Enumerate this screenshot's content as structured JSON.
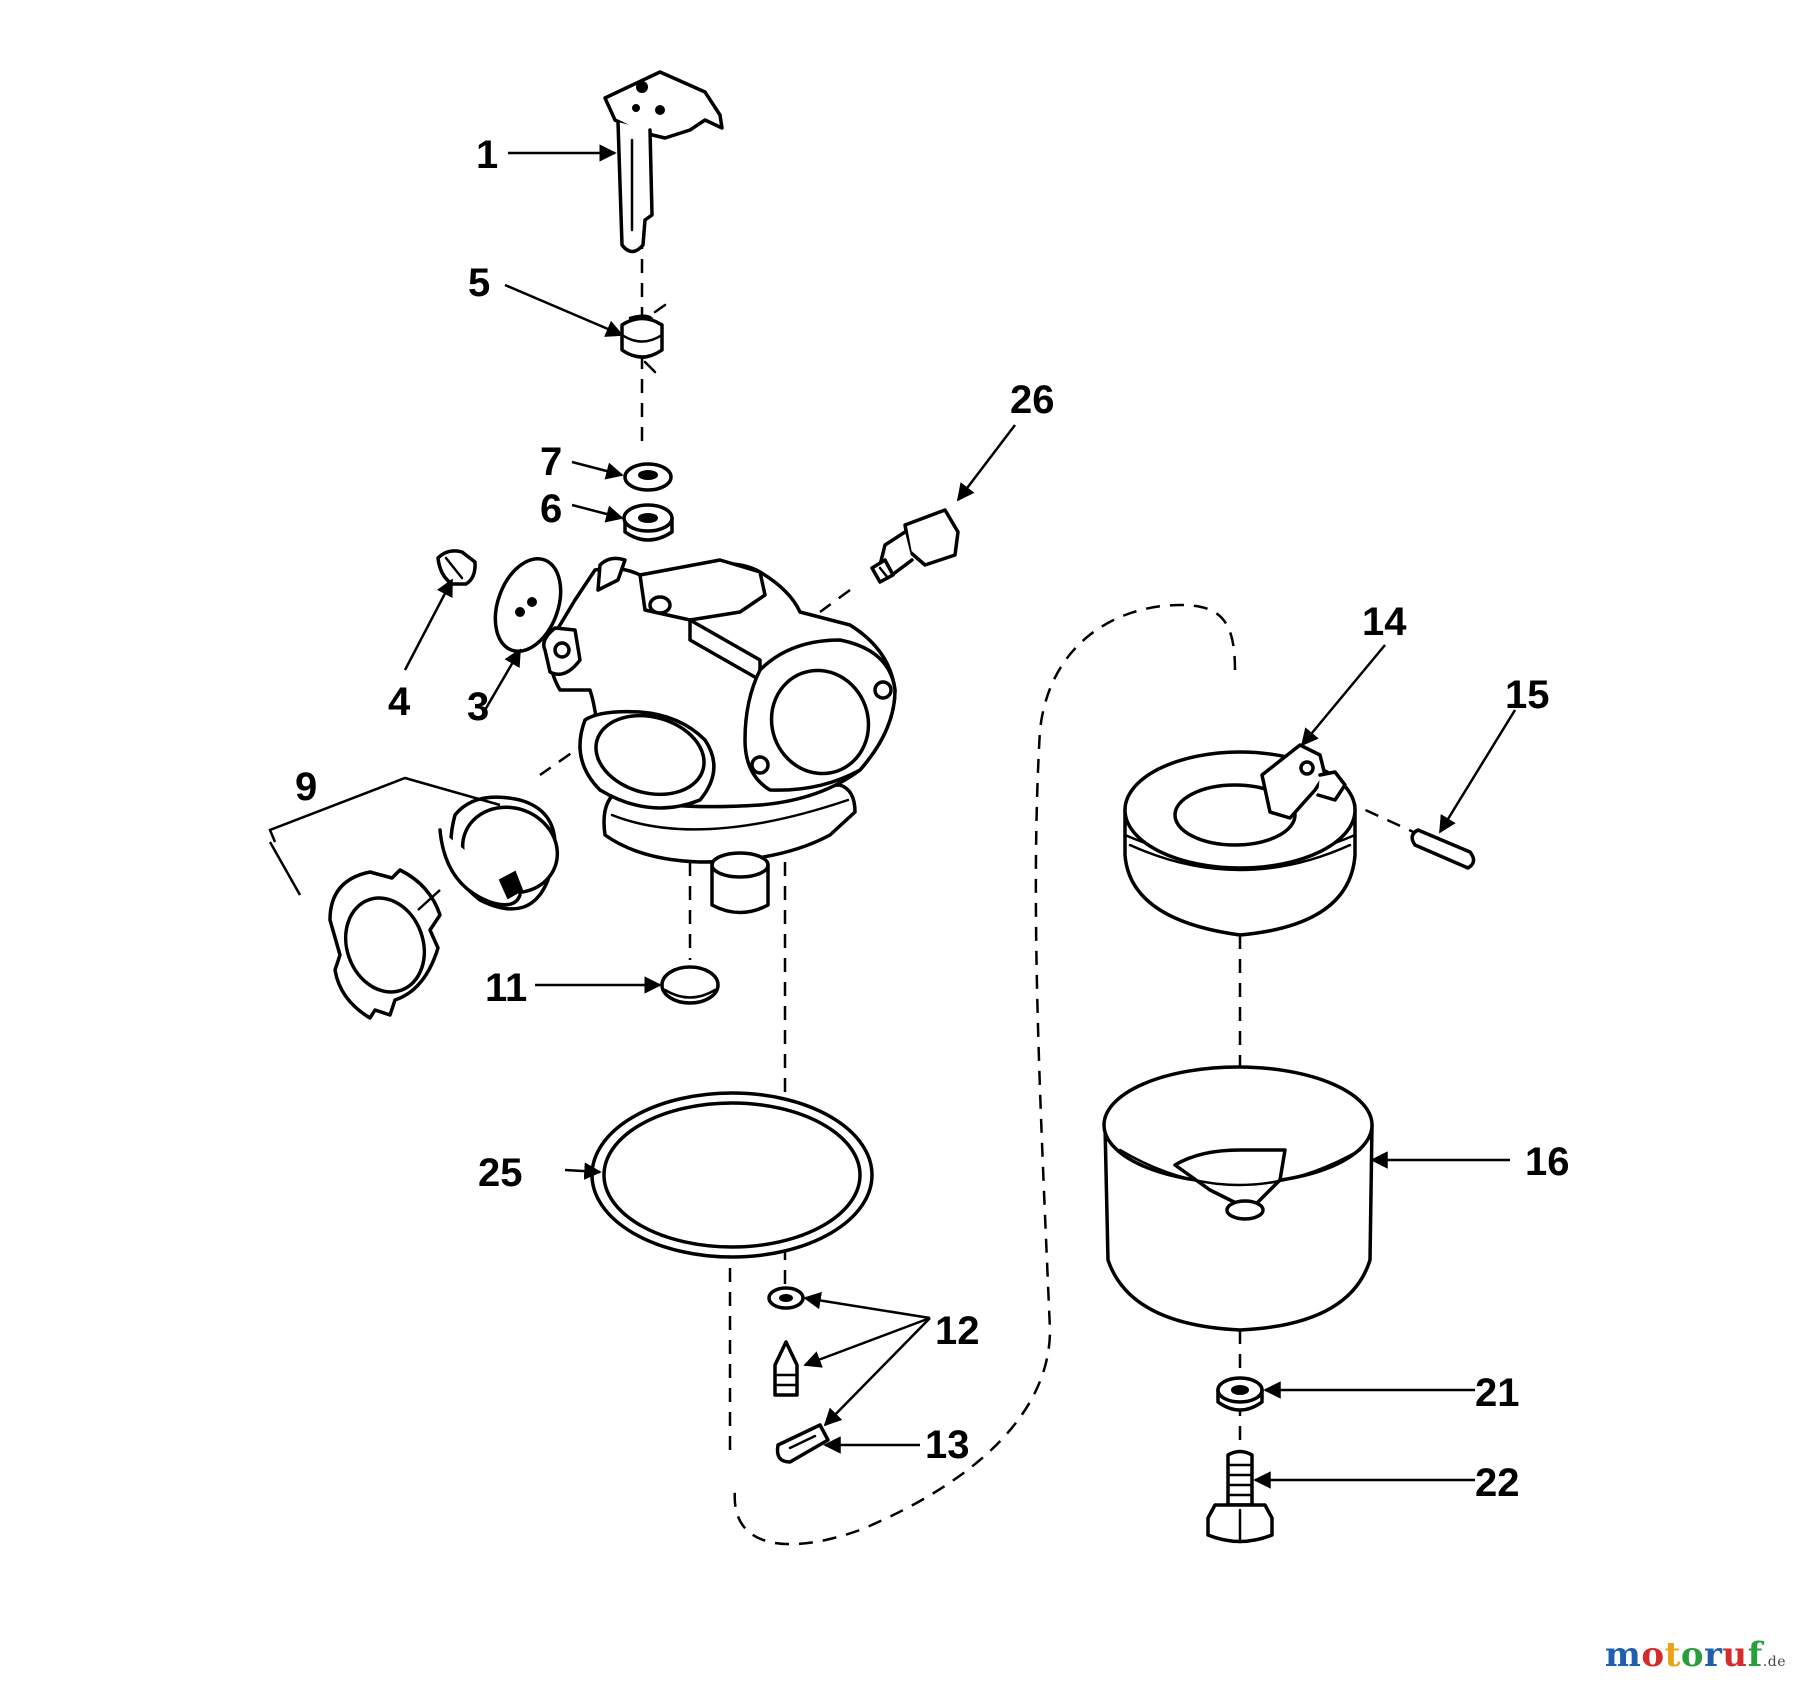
{
  "diagram": {
    "callouts": [
      {
        "id": "1",
        "label": "1"
      },
      {
        "id": "3",
        "label": "3"
      },
      {
        "id": "4",
        "label": "4"
      },
      {
        "id": "5",
        "label": "5"
      },
      {
        "id": "6",
        "label": "6"
      },
      {
        "id": "7",
        "label": "7"
      },
      {
        "id": "9",
        "label": "9"
      },
      {
        "id": "11",
        "label": "11"
      },
      {
        "id": "12",
        "label": "12"
      },
      {
        "id": "13",
        "label": "13"
      },
      {
        "id": "14",
        "label": "14"
      },
      {
        "id": "15",
        "label": "15"
      },
      {
        "id": "16",
        "label": "16"
      },
      {
        "id": "21",
        "label": "21"
      },
      {
        "id": "22",
        "label": "22"
      },
      {
        "id": "25",
        "label": "25"
      },
      {
        "id": "26",
        "label": "26"
      }
    ]
  },
  "watermark": {
    "letters": [
      "m",
      "o",
      "t",
      "o",
      "r",
      "u",
      "f"
    ],
    "letter_colors": [
      "#1f5fb0",
      "#d52b2b",
      "#e8a317",
      "#2a9d3c",
      "#1f5fb0",
      "#d52b2b",
      "#2a9d3c"
    ],
    "suffix": ".de"
  }
}
